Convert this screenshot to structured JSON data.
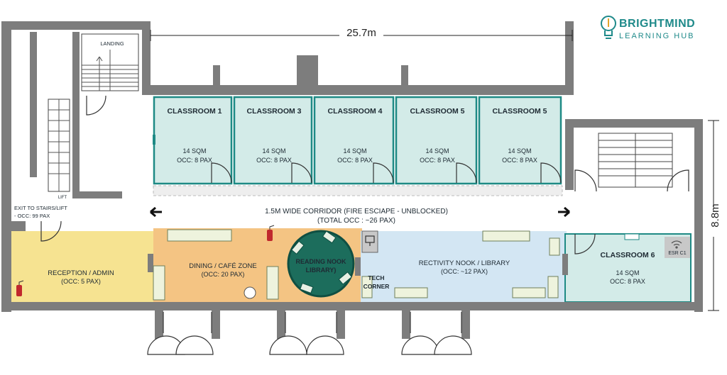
{
  "logo": {
    "name": "BRIGHTMIND",
    "subtitle": "LEARNING HUB",
    "icon": "lightbulb-icon",
    "color": "#1f8a8a"
  },
  "dimensions": {
    "width": "25.7m",
    "height": "8.8m"
  },
  "landing": "LANDING",
  "exit": {
    "line1": "EXIT TO STAIRS/LIFT",
    "line2": "- OCC: 99 PAX"
  },
  "lift_label": "LIFT",
  "classrooms": [
    {
      "name": "CLASSROOM 1",
      "area": "14 SQM",
      "occ": "OCC: 8 PAX"
    },
    {
      "name": "CLASSROOM 3",
      "area": "14 SQM",
      "occ": "OCC: 8 PAX"
    },
    {
      "name": "CLASSROOM 4",
      "area": "14 SQM",
      "occ": "OCC: 8 PAX"
    },
    {
      "name": "CLASSROOM 5",
      "area": "14 SQM",
      "occ": "OCC: 8 PAX"
    },
    {
      "name": "CLASSROOM 5",
      "area": "14 SQM",
      "occ": "OCC: 8 PAX"
    }
  ],
  "corridor": {
    "line1": "1.5M WIDE CORRIDOR (FIRE ESCIAPE - UNBLOCKED)",
    "line2": "(TOTAL OCC : ~26 PAX)"
  },
  "reception": {
    "name": "RECEPTION / ADMIN",
    "occ": "(OCC: 5 PAX)"
  },
  "dining": {
    "name": "DINING / CAFÉ ZONE",
    "occ": "(OCC: 20 PAX)"
  },
  "reading_nook": {
    "line1": "READING NOOK",
    "line2": "LIBRARY)"
  },
  "tech_corner": {
    "line1": "TECH",
    "line2": "CORNER"
  },
  "activity_nook": {
    "name": "RECTIVITY NOOK / LIBRARY",
    "occ": "(OCC: ~12 PAX)"
  },
  "classroom6": {
    "name": "CLASSROOM 6",
    "area": "14 SQM",
    "occ": "OCC: 8 PAX"
  },
  "wifi_label": "ESR C1",
  "colors": {
    "wall": "#7d7d7d",
    "classroom": "#d3ebe8",
    "classroom_edge": "#1e8a85",
    "reception": "#f6e391",
    "dining": "#f4c483",
    "activity": "#d3e6f3",
    "nook": "#1c6d5c",
    "fire": "#c0282d"
  }
}
